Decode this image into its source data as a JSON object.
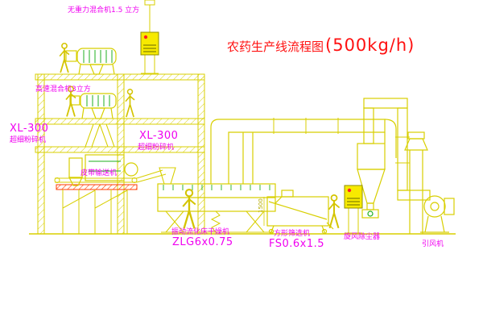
{
  "title": {
    "name": "农药生产线流程图",
    "capacity": "(500kg/h)"
  },
  "labels": {
    "mixer_top": "无重力混合机1.5 立方",
    "high_speed_mixer": "高速混合机3立方",
    "pulverizer_left_model": "XL-300",
    "pulverizer_left_name": "超细粉碎机",
    "pulverizer_mid_model": "XL-300",
    "pulverizer_mid_name": "超细粉碎机",
    "belt_conveyor": "皮带输送机",
    "dryer_name": "振动流化床干燥机",
    "dryer_model": "ZLG6x0.75",
    "sifter_name": "方形筛选机",
    "sifter_model": "FS0.6x1.5",
    "cyclone_name": "旋风除尘器",
    "fan_name": "引风机",
    "dim_1500": "1500"
  },
  "colors": {
    "line_yellow": "#d8cf00",
    "detail_green": "#1faf1f",
    "label_magenta": "#f000f0",
    "title_red": "#ff1010",
    "floor_hatch_red": "#ff3b00",
    "cabinet_yellow": "#f7ea00",
    "background": "#ffffff"
  }
}
